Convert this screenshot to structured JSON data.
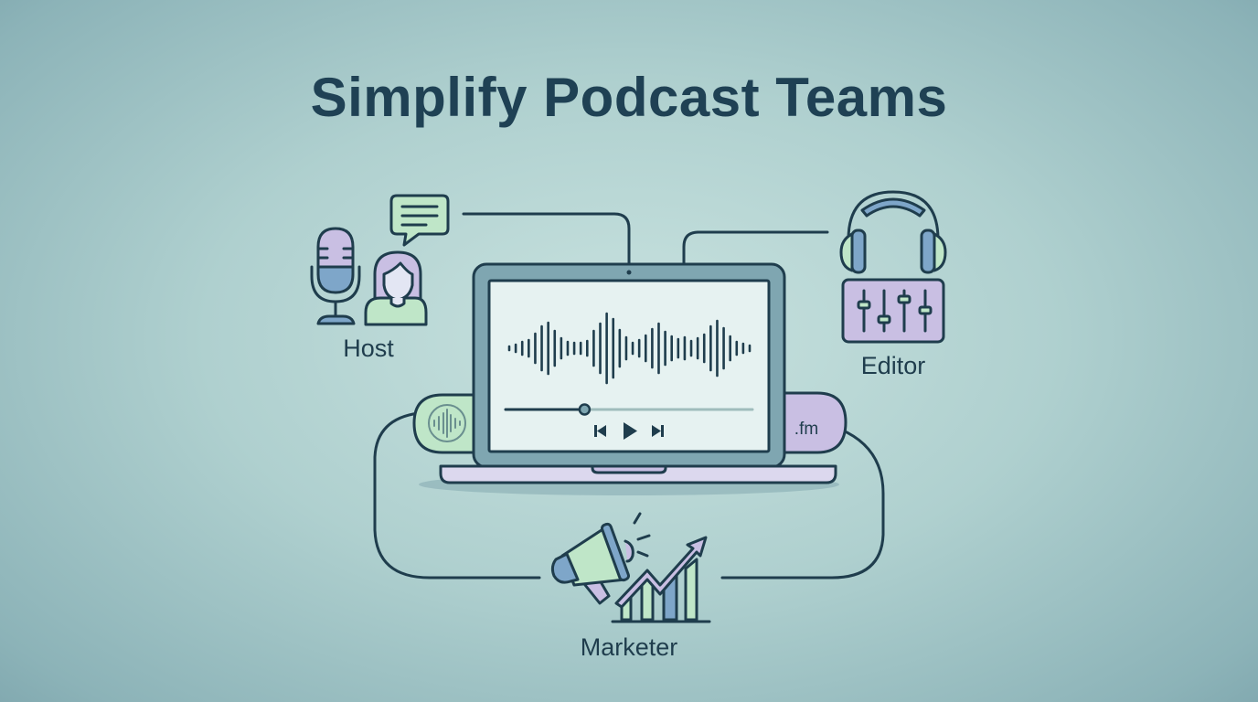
{
  "title": "Simplify Podcast Teams",
  "roles": {
    "host": "Host",
    "editor": "Editor",
    "marketer": "Marketer"
  },
  "laptop": {
    "domain_badge": ".fm",
    "playback_progress": 0.32
  },
  "colors": {
    "stroke": "#1f3d4d",
    "green": "#bfe6c8",
    "purple": "#c9bfe3",
    "blue": "#7ea6c9",
    "screen": "#e6f2f1",
    "laptop_body": "#7fa6b1"
  }
}
